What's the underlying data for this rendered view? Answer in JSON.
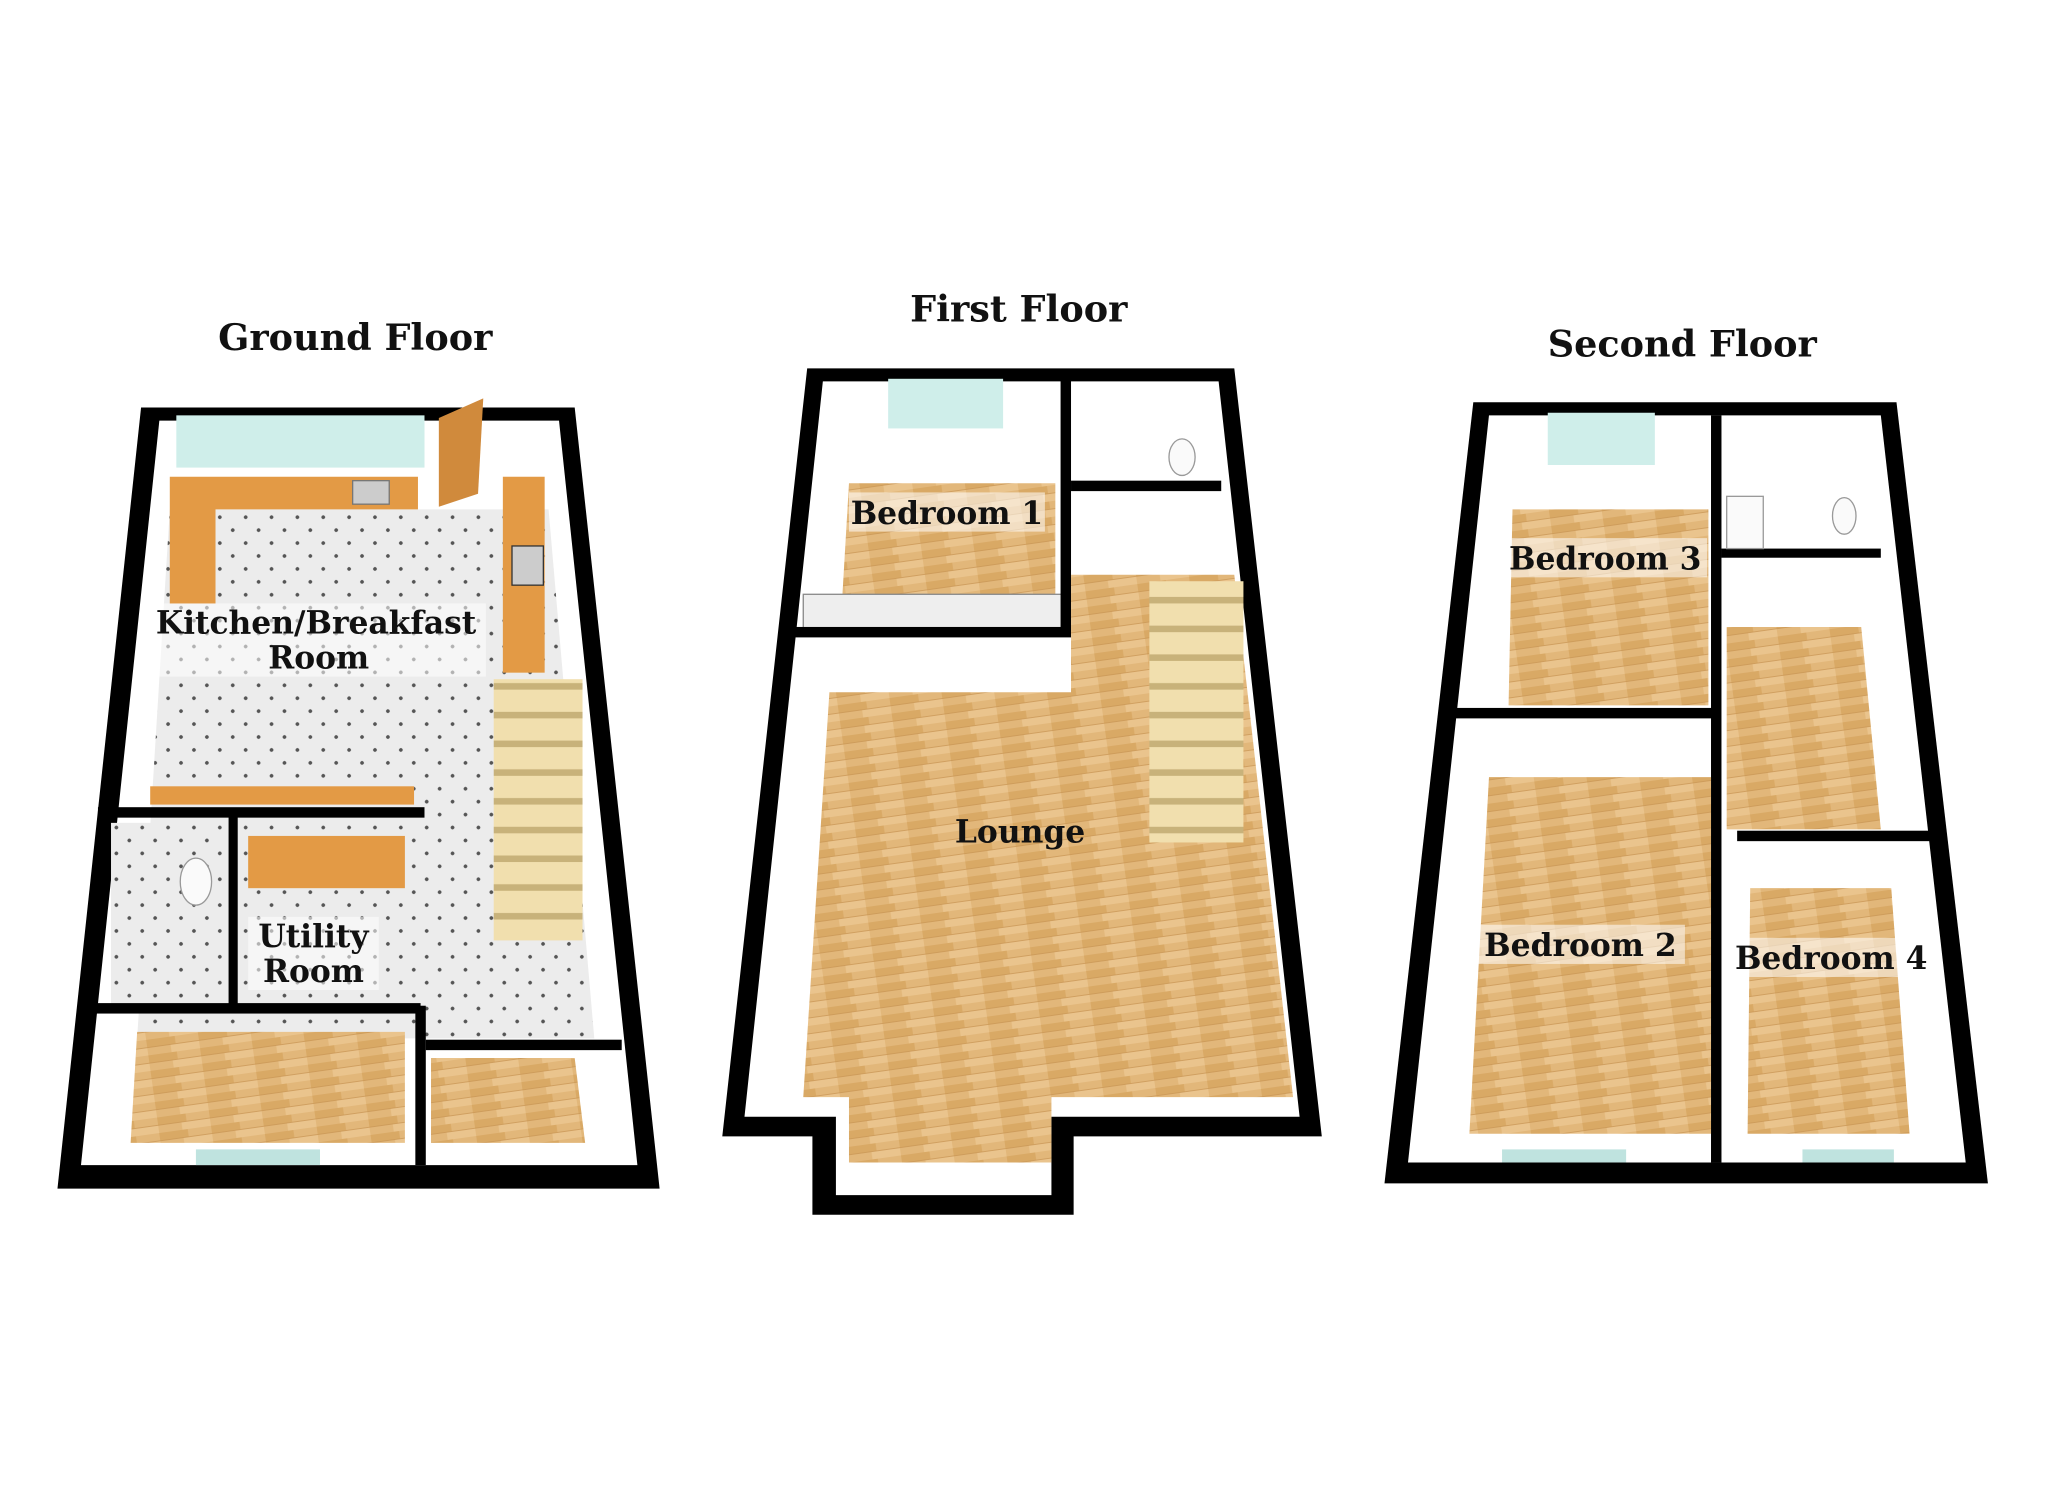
{
  "floors": [
    {
      "title": "Ground Floor",
      "rooms": [
        "Kitchen/Breakfast",
        "Room",
        "Utility",
        "Room"
      ]
    },
    {
      "title": "First Floor",
      "rooms": [
        "Bedroom 1",
        "Lounge"
      ]
    },
    {
      "title": "Second Floor",
      "rooms": [
        "Bedroom 3",
        "Bedroom 2",
        "Bedroom 4"
      ]
    }
  ],
  "colors": {
    "wall": "#000000",
    "wood": "#e2b77a",
    "tile": "#e8e8e8",
    "worktop": "#e39a45",
    "window": "#bfe3df"
  }
}
